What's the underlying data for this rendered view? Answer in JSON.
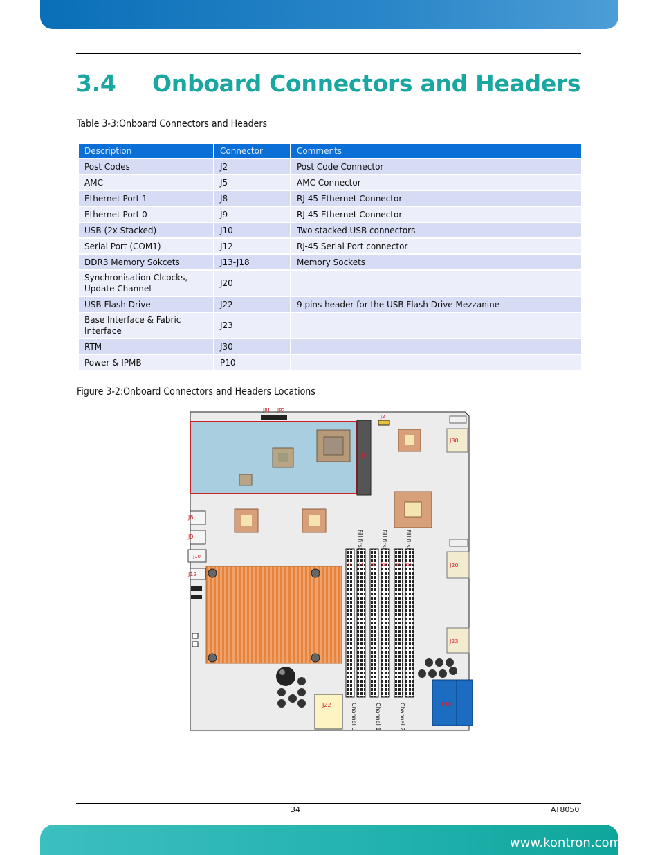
{
  "section": {
    "number": "3.4",
    "title": "Onboard Connectors and Headers"
  },
  "table_caption": "Table 3-3:Onboard Connectors and Headers",
  "table": {
    "headers": [
      "Description",
      "Connector",
      "Comments"
    ],
    "rows": [
      [
        "Post Codes",
        "J2",
        "Post Code Connector"
      ],
      [
        "AMC",
        "J5",
        "AMC Connector"
      ],
      [
        "Ethernet Port 1",
        "J8",
        "RJ-45 Ethernet Connector"
      ],
      [
        "Ethernet Port 0",
        "J9",
        "RJ-45 Ethernet Connector"
      ],
      [
        "USB (2x Stacked)",
        "J10",
        "Two stacked USB connectors"
      ],
      [
        "Serial Port (COM1)",
        "J12",
        "RJ-45 Serial Port connector"
      ],
      [
        "DDR3 Memory Sokcets",
        "J13-J18",
        "Memory Sockets"
      ],
      [
        "Synchronisation Clcocks, Update Channel",
        "J20",
        ""
      ],
      [
        "USB Flash Drive",
        "J22",
        "9 pins header for the USB Flash Drive Mezzanine"
      ],
      [
        "Base Interface & Fabric Interface",
        "J23",
        ""
      ],
      [
        "RTM",
        "J30",
        ""
      ],
      [
        "Power & IPMB",
        "P10",
        ""
      ]
    ]
  },
  "figure_caption": "Figure 3-2:Onboard Connectors and Headers Locations",
  "figure": {
    "labels": {
      "jp1": "JP1",
      "jp2": "JP2",
      "j2": "J2",
      "j5": "J5",
      "j30": "J30",
      "j8": "J8",
      "j9": "J9",
      "j10": "J10",
      "j12": "J12",
      "j20": "J20",
      "j23": "J23",
      "j22": "J22",
      "p10": "P10",
      "j13": "J13",
      "j14": "J14",
      "j15": "J15",
      "j16": "J16",
      "j17": "J17",
      "j18": "J18"
    },
    "fill_first": "Fill first",
    "channels": [
      "Channel 0",
      "Channel 1",
      "Channel 2"
    ]
  },
  "footer": {
    "page": "34",
    "doc": "AT8050",
    "url": "www.kontron.com"
  },
  "colors": {
    "accent_blue": "#0a6fd6",
    "heading_teal": "#1aa7a1",
    "label_red": "#d0202a"
  }
}
